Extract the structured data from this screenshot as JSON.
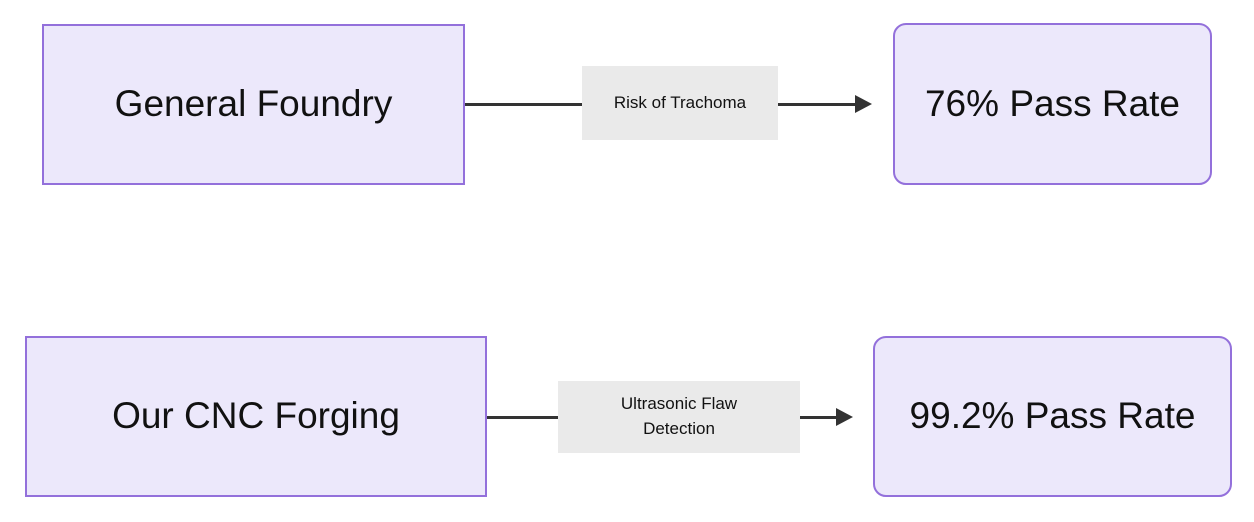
{
  "diagram": {
    "type": "flowchart",
    "direction": "left-to-right",
    "background_color": "#ffffff",
    "node_fill_color": "#ECE8FB",
    "node_border_color": "#9370DB",
    "edge_color": "#333333",
    "edge_label_background": "#EAEAEA",
    "text_color": "#111111",
    "nodes": [
      {
        "id": "general-foundry",
        "label": "General Foundry",
        "shape": "rectangle",
        "row": 1,
        "column": "left"
      },
      {
        "id": "pass-rate-76",
        "label": "76% Pass Rate",
        "shape": "rounded-rectangle",
        "row": 1,
        "column": "right"
      },
      {
        "id": "our-cnc-forging",
        "label": "Our CNC Forging",
        "shape": "rectangle",
        "row": 2,
        "column": "left"
      },
      {
        "id": "pass-rate-99-2",
        "label": "99.2% Pass Rate",
        "shape": "rounded-rectangle",
        "row": 2,
        "column": "right"
      }
    ],
    "edges": [
      {
        "id": "edge-1",
        "from": "general-foundry",
        "to": "pass-rate-76",
        "label": "Risk of Trachoma",
        "label_lines": [
          "Risk of Trachoma"
        ],
        "arrow": "arrowhead-right"
      },
      {
        "id": "edge-2",
        "from": "our-cnc-forging",
        "to": "pass-rate-99-2",
        "label": "Ultrasonic Flaw Detection",
        "label_lines": [
          "Ultrasonic Flaw",
          "Detection"
        ],
        "arrow": "arrowhead-right"
      }
    ]
  }
}
